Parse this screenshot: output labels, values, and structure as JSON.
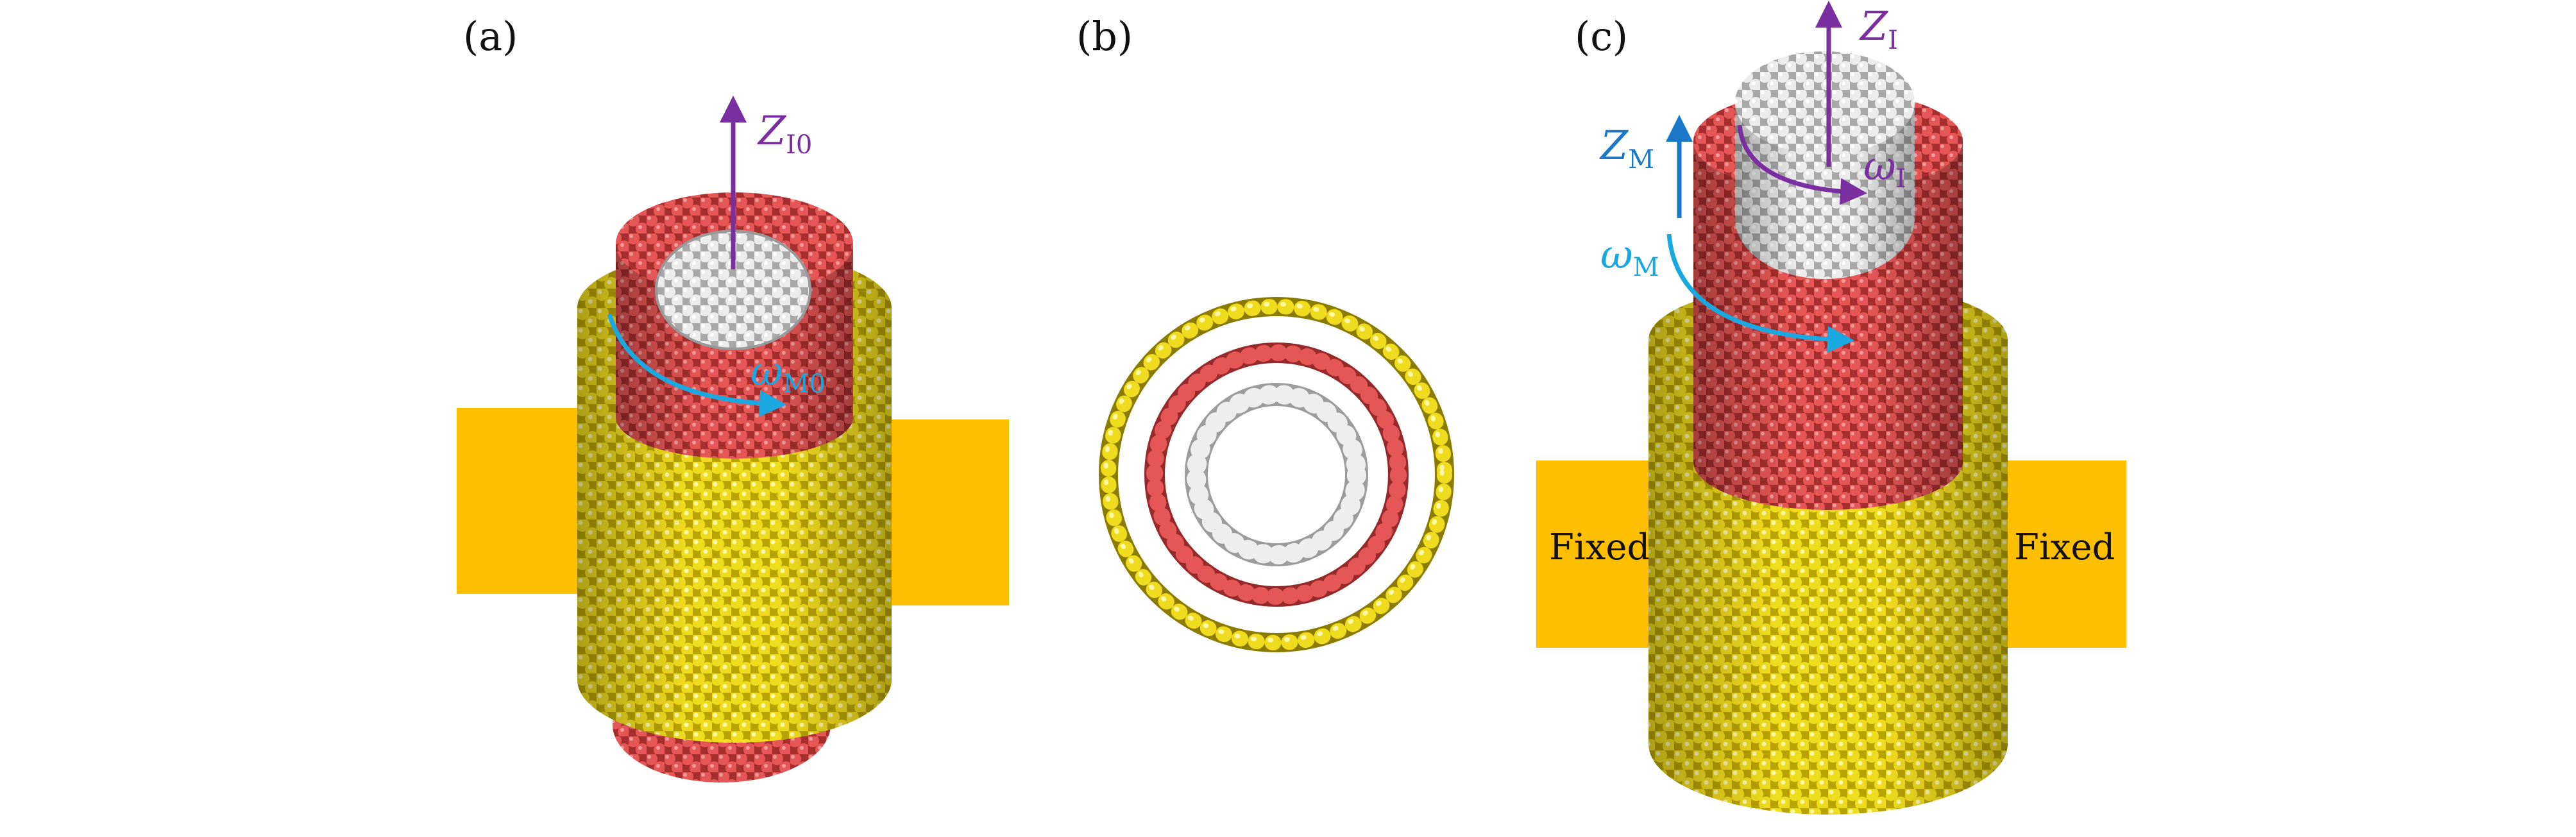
{
  "panels": {
    "a": {
      "label": "(a)",
      "axis_symbol": "Z",
      "axis_sub": "I0",
      "omega_symbol": "ω",
      "omega_sub": "M0"
    },
    "b": {
      "label": "(b)"
    },
    "c": {
      "label": "(c)",
      "axis_inner_symbol": "Z",
      "axis_inner_sub": "I",
      "axis_middle_symbol": "Z",
      "axis_middle_sub": "M",
      "omega_inner_symbol": "ω",
      "omega_inner_sub": "I",
      "omega_middle_symbol": "ω",
      "omega_middle_sub": "M",
      "fixed_left": "Fixed",
      "fixed_right": "Fixed"
    }
  },
  "colors": {
    "outer_tube": "#f0dc1e",
    "middle_tube": "#e04e4e",
    "inner_tube": "#e8e8e8",
    "fixed_block": "#fdbf00",
    "inner_axis": "#7a2fa0",
    "middle_axis": "#1a78c8",
    "rotation_arrow": "#19a8e0"
  }
}
